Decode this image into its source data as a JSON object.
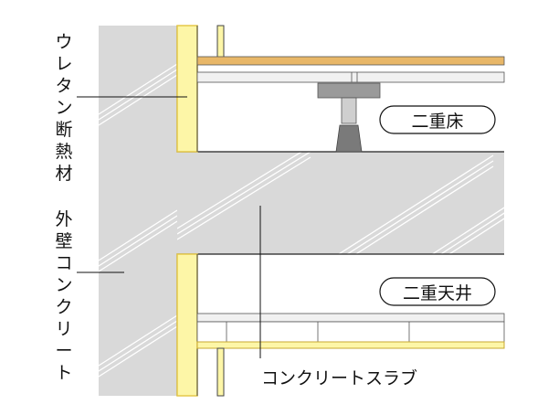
{
  "labels": {
    "urethane_insulation": "ウレタン断熱材",
    "exterior_wall_concrete": "外壁コンクリート",
    "concrete_slab": "コンクリートスラブ",
    "double_floor": "二重床",
    "double_ceiling": "二重天井"
  },
  "colors": {
    "concrete": "#d9d9d9",
    "insulation": "#fdf6a7",
    "insulation_edge": "#e5c84a",
    "wood": "#e8b768",
    "line": "#222222"
  }
}
